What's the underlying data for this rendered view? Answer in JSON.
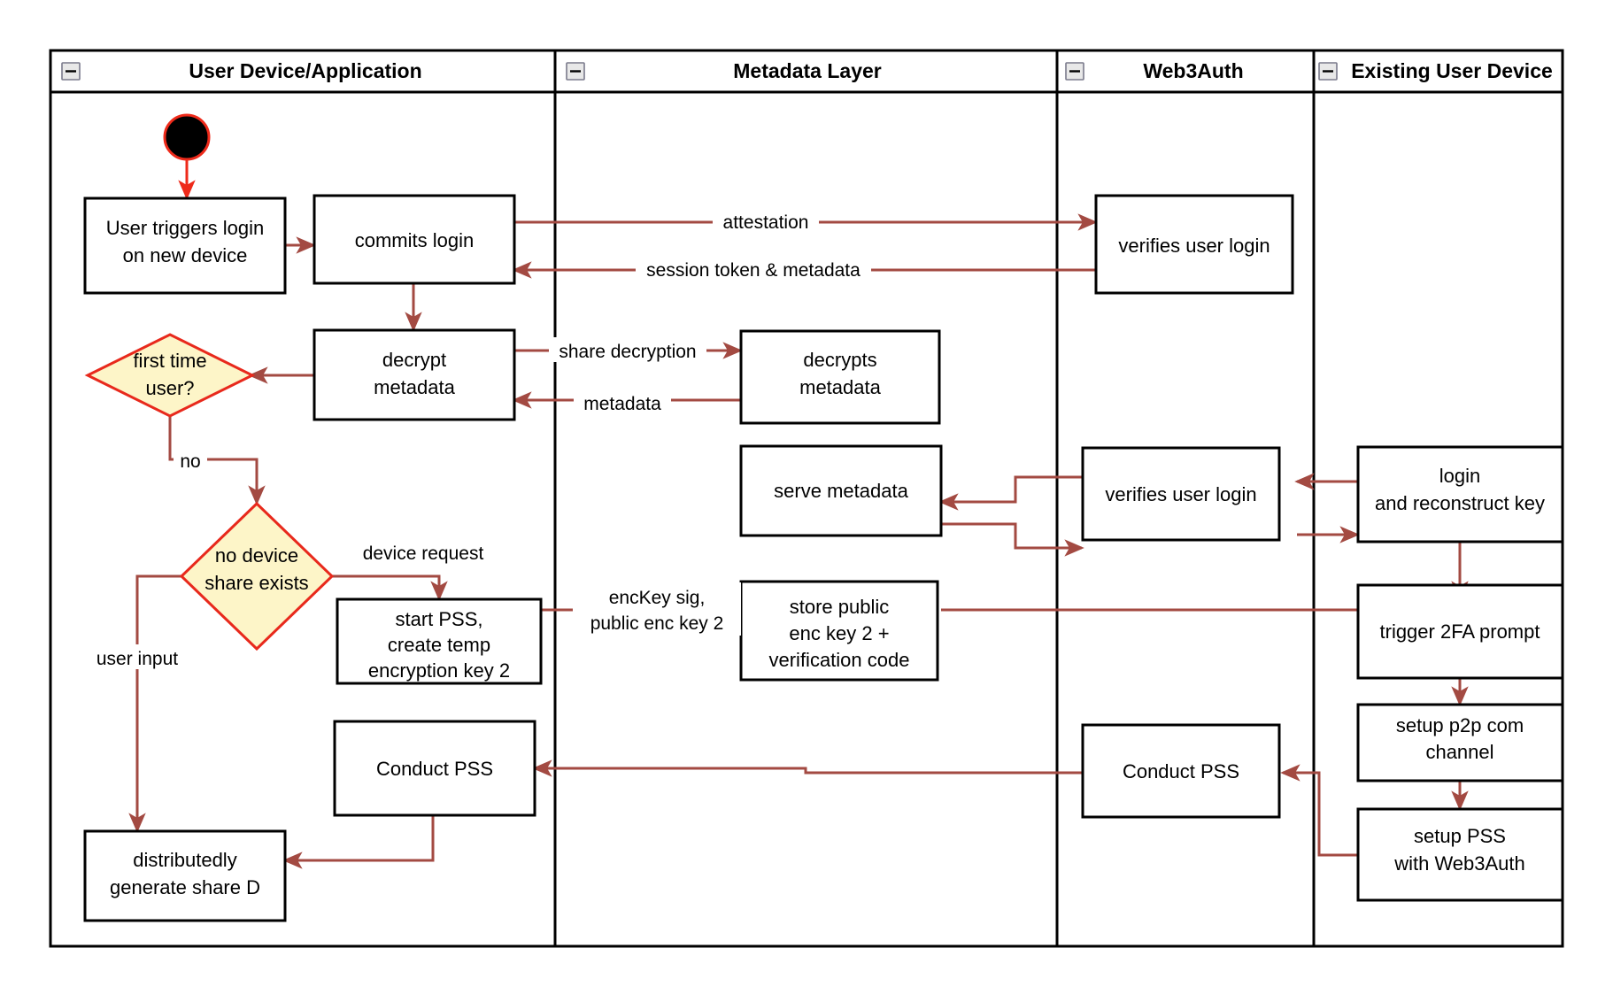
{
  "diagram": {
    "title": "Web3Auth new device login / PSS activity diagram",
    "type": "uml-activity-swimlane",
    "colors": {
      "flow_arrow": "#a34a42",
      "start_node_border": "#ee2a1a",
      "decision_fill": "#fdf5c8",
      "decision_border": "#e8291c",
      "node_border": "#000000",
      "node_fill": "#ffffff",
      "lane_border": "#000000",
      "text": "#000000"
    },
    "lanes": [
      {
        "id": "lane-user-device",
        "title": "User Device/Application",
        "collapse_icon": "minus-icon"
      },
      {
        "id": "lane-metadata",
        "title": "Metadata Layer",
        "collapse_icon": "minus-icon"
      },
      {
        "id": "lane-web3auth",
        "title": "Web3Auth",
        "collapse_icon": "minus-icon"
      },
      {
        "id": "lane-existing-device",
        "title": "Existing User Device",
        "collapse_icon": "minus-icon"
      }
    ],
    "nodes": [
      {
        "id": "start",
        "lane": "lane-user-device",
        "shape": "initial-node",
        "label": ""
      },
      {
        "id": "user-triggers-login",
        "lane": "lane-user-device",
        "shape": "action",
        "label": "User triggers login\non new device"
      },
      {
        "id": "commits-login",
        "lane": "lane-user-device",
        "shape": "action",
        "label": "commits login"
      },
      {
        "id": "decrypt-metadata",
        "lane": "lane-user-device",
        "shape": "action",
        "label": "decrypt\nmetadata"
      },
      {
        "id": "first-time-user",
        "lane": "lane-user-device",
        "shape": "decision",
        "label": "first time\nuser?"
      },
      {
        "id": "no-device-share-exists",
        "lane": "lane-user-device",
        "shape": "decision",
        "label": "no device\nshare exists"
      },
      {
        "id": "start-pss",
        "lane": "lane-user-device",
        "shape": "action",
        "label": "start PSS,\ncreate temp\nencryption key 2"
      },
      {
        "id": "conduct-pss-user",
        "lane": "lane-user-device",
        "shape": "action",
        "label": "Conduct PSS"
      },
      {
        "id": "distributedly-generate-share-d",
        "lane": "lane-user-device",
        "shape": "action",
        "label": "distributedly\ngenerate share D"
      },
      {
        "id": "decrypts-metadata",
        "lane": "lane-metadata",
        "shape": "action",
        "label": "decrypts\nmetadata"
      },
      {
        "id": "serve-metadata",
        "lane": "lane-metadata",
        "shape": "action",
        "label": "serve metadata"
      },
      {
        "id": "store-public-enc-key",
        "lane": "lane-metadata",
        "shape": "action",
        "label": "store public\nenc key 2 +\nverification code"
      },
      {
        "id": "verifies-user-login-1",
        "lane": "lane-web3auth",
        "shape": "action",
        "label": "verifies user login"
      },
      {
        "id": "verifies-user-login-2",
        "lane": "lane-web3auth",
        "shape": "action",
        "label": "verifies user login"
      },
      {
        "id": "conduct-pss-web3auth",
        "lane": "lane-web3auth",
        "shape": "action",
        "label": "Conduct PSS"
      },
      {
        "id": "login-and-reconstruct-key",
        "lane": "lane-existing-device",
        "shape": "action",
        "label": "login\nand reconstruct key"
      },
      {
        "id": "trigger-2fa-prompt",
        "lane": "lane-existing-device",
        "shape": "action",
        "label": "trigger 2FA prompt"
      },
      {
        "id": "setup-p2p-com-channel",
        "lane": "lane-existing-device",
        "shape": "action",
        "label": "setup p2p com\nchannel"
      },
      {
        "id": "setup-pss-with-web3auth",
        "lane": "lane-existing-device",
        "shape": "action",
        "label": "setup PSS\nwith Web3Auth"
      }
    ],
    "edges": [
      {
        "id": "edge-start-to-trigger",
        "from": "start",
        "to": "user-triggers-login",
        "label": ""
      },
      {
        "id": "edge-trigger-to-commits",
        "from": "user-triggers-login",
        "to": "commits-login",
        "label": ""
      },
      {
        "id": "edge-commits-to-verifies",
        "from": "commits-login",
        "to": "verifies-user-login-1",
        "label": "attestation"
      },
      {
        "id": "edge-verifies-to-commits",
        "from": "verifies-user-login-1",
        "to": "commits-login",
        "label": "session token & metadata"
      },
      {
        "id": "edge-commits-to-decrypt",
        "from": "commits-login",
        "to": "decrypt-metadata",
        "label": ""
      },
      {
        "id": "edge-decrypt-to-decrypts",
        "from": "decrypt-metadata",
        "to": "decrypts-metadata",
        "label": "share decryption"
      },
      {
        "id": "edge-decrypts-to-decrypt",
        "from": "decrypts-metadata",
        "to": "decrypt-metadata",
        "label": "metadata"
      },
      {
        "id": "edge-decrypt-to-firsttime",
        "from": "decrypt-metadata",
        "to": "first-time-user",
        "label": ""
      },
      {
        "id": "edge-firsttime-to-nodevice",
        "from": "first-time-user",
        "to": "no-device-share-exists",
        "label": "no"
      },
      {
        "id": "edge-nodevice-to-startpss",
        "from": "no-device-share-exists",
        "to": "start-pss",
        "label": "device request"
      },
      {
        "id": "edge-nodevice-to-generate",
        "from": "no-device-share-exists",
        "to": "distributedly-generate-share-d",
        "label": "user input"
      },
      {
        "id": "edge-startpss-to-store",
        "from": "start-pss",
        "to": "store-public-enc-key",
        "label": "encKey sig,\npublic enc key 2"
      },
      {
        "id": "edge-store-to-trigger2fa",
        "from": "store-public-enc-key",
        "to": "trigger-2fa-prompt",
        "label": ""
      },
      {
        "id": "edge-existing-to-verifies2",
        "from": "login-and-reconstruct-key",
        "to": "verifies-user-login-2",
        "label": ""
      },
      {
        "id": "edge-verifies2-to-serve",
        "from": "verifies-user-login-2",
        "to": "serve-metadata",
        "label": ""
      },
      {
        "id": "edge-serve-to-verifies2",
        "from": "serve-metadata",
        "to": "verifies-user-login-2",
        "label": ""
      },
      {
        "id": "edge-verifies2-to-existing",
        "from": "verifies-user-login-2",
        "to": "login-and-reconstruct-key",
        "label": ""
      },
      {
        "id": "edge-login-to-trigger2fa",
        "from": "login-and-reconstruct-key",
        "to": "trigger-2fa-prompt",
        "label": ""
      },
      {
        "id": "edge-trigger2fa-to-p2p",
        "from": "trigger-2fa-prompt",
        "to": "setup-p2p-com-channel",
        "label": ""
      },
      {
        "id": "edge-p2p-to-setuppss",
        "from": "setup-p2p-com-channel",
        "to": "setup-pss-with-web3auth",
        "label": ""
      },
      {
        "id": "edge-setuppss-to-conductpss-web3auth",
        "from": "setup-pss-with-web3auth",
        "to": "conduct-pss-web3auth",
        "label": ""
      },
      {
        "id": "edge-conductpss-web3auth-to-user",
        "from": "conduct-pss-web3auth",
        "to": "conduct-pss-user",
        "label": ""
      },
      {
        "id": "edge-conductpss-user-to-generate",
        "from": "conduct-pss-user",
        "to": "distributedly-generate-share-d",
        "label": ""
      }
    ],
    "labels": {
      "lane_user_device": "User Device/Application",
      "lane_metadata": "Metadata Layer",
      "lane_web3auth": "Web3Auth",
      "lane_existing_device": "Existing User Device",
      "n_user_triggers_login_1": "User triggers login",
      "n_user_triggers_login_2": "on new device",
      "n_commits_login": "commits login",
      "n_decrypt_1": "decrypt",
      "n_decrypt_2": "metadata",
      "n_first_time_1": "first time",
      "n_first_time_2": "user?",
      "n_no_device_1": "no device",
      "n_no_device_2": "share exists",
      "n_start_pss_1": "start PSS,",
      "n_start_pss_2": "create temp",
      "n_start_pss_3": "encryption key 2",
      "n_conduct_pss_user": "Conduct PSS",
      "n_distributedly_1": "distributedly",
      "n_distributedly_2": "generate share D",
      "n_decrypts_1": "decrypts",
      "n_decrypts_2": "metadata",
      "n_serve_metadata": "serve metadata",
      "n_store_1": "store public",
      "n_store_2": "enc key 2 +",
      "n_store_3": "verification code",
      "n_verifies_1": "verifies user login",
      "n_verifies_2": "verifies user login",
      "n_conduct_pss_web3auth": "Conduct PSS",
      "n_login_1": "login",
      "n_login_2": "and reconstruct key",
      "n_trigger_2fa": "trigger 2FA prompt",
      "n_setup_p2p_1": "setup p2p com",
      "n_setup_p2p_2": "channel",
      "n_setup_pss_1": "setup PSS",
      "n_setup_pss_2": "with Web3Auth",
      "e_attestation": "attestation",
      "e_session_token": "session token & metadata",
      "e_share_decryption": "share decryption",
      "e_metadata": "metadata",
      "e_no": "no",
      "e_device_request": "device request",
      "e_user_input": "user input",
      "e_enckey_sig_1": "encKey sig,",
      "e_enckey_sig_2": "public enc key 2"
    }
  }
}
